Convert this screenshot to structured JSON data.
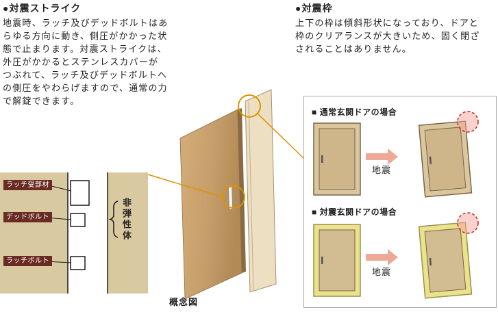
{
  "strike_section": {
    "title": "●対震ストライク",
    "body": "地震時、ラッチ及びデッドボルトはあ\nらゆる方向に動き、側圧がかかった状\n態で止まります。対震ストライクは、\n外圧がかかるとステンレスカバーが\nつぶれて、ラッチ及びデッドボルトへ\nの側圧をやわらげますので、通常の力\nで解錠できます。"
  },
  "frame_section": {
    "title": "●対震枠",
    "body": "上下の枠は傾斜形状になっており、ドアと\n枠のクリアランスが大きいため、固く閉ざ\nされることはありません。"
  },
  "cross_section": {
    "label_latch_receiver": "ラッチ受部材",
    "label_deadbolt": "デッドボルト",
    "label_latch_bolt": "ラッチボルト",
    "label_inelastic_body": "非弾性体"
  },
  "door_figure": {
    "caption": "概念図"
  },
  "comparison": {
    "normal_title": "■ 通常玄関ドアの場合",
    "seismic_title": "■ 対震玄関ドアの場合",
    "earthquake_label": "地震"
  },
  "colors": {
    "accent_orange": "#dd9200",
    "arrow_pink": "#eda896",
    "alert_red": "#cc2020",
    "label_maroon": "#6a2b25",
    "section_beige": "#d9c9a0",
    "door_tan": "#c69e6b",
    "frame_yellow": "#ebe28c"
  }
}
